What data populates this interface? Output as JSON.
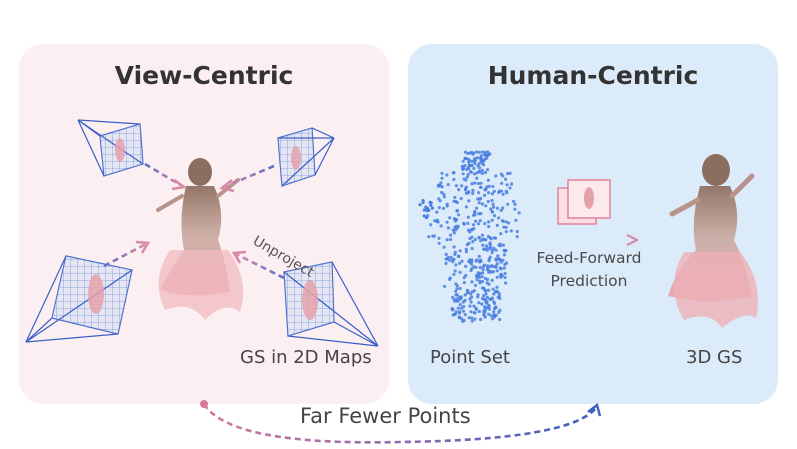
{
  "left_panel": {
    "title": "View-Centric",
    "unproject_label": "Unproject",
    "caption": "GS in 2D Maps"
  },
  "right_panel": {
    "title": "Human-Centric",
    "point_set_label": "Point Set",
    "prediction_line1": "Feed-Forward",
    "prediction_line2": "Prediction",
    "output_label": "3D GS"
  },
  "bottom_label": "Far Fewer Points",
  "colors": {
    "left_panel_bg": "#fbeff1",
    "right_panel_bg": "#dcebf9",
    "camera_blue": "#3a5fc8",
    "arrow_pink": "#d98aa6",
    "point_blue": "#4a7ee0"
  }
}
